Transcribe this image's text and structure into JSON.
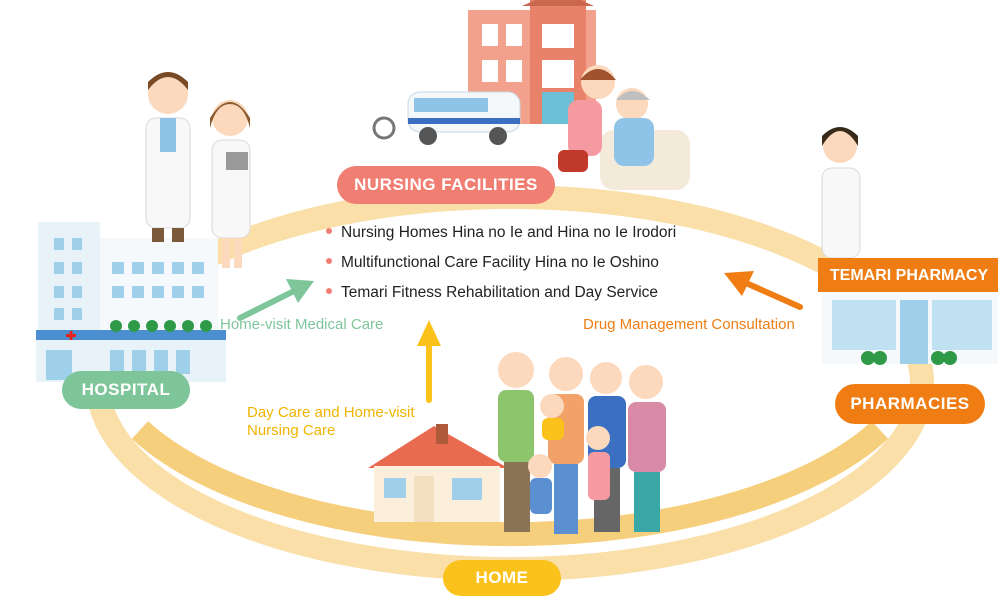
{
  "colors": {
    "ring": "#fadfa8",
    "ring_bottom": "#f6cf7c",
    "nursing": "#f17e73",
    "hospital": "#7fc59a",
    "pharmacies": "#ef7d14",
    "home": "#fcc21c",
    "medical_text": "#7fc59a",
    "drug_text": "#ef7d14",
    "daycare_text": "#f0b400",
    "bullet": "#f17e73",
    "sign": "#ef7d14"
  },
  "nodes": {
    "nursing": "NURSING FACILITIES",
    "hospital": "HOSPITAL",
    "pharmacies": "PHARMACIES",
    "home": "HOME"
  },
  "facilities": [
    "Nursing Homes Hina no Ie and Hina no Ie Irodori",
    "Multifunctional Care Facility Hina no Ie Oshino",
    "Temari Fitness Rehabilitation and Day Service"
  ],
  "links": {
    "medical": "Home-visit  Medical Care",
    "drug": "Drug Management  Consultation",
    "daycare_line1": "Day Care and Home-visit",
    "daycare_line2": "Nursing Care"
  },
  "pharmacy_sign": "TEMARI PHARMACY",
  "icons": {
    "hospital": "hospital-building-icon",
    "doctors": "doctors-icon",
    "pharmacist": "pharmacist-icon",
    "pharmacy": "pharmacy-store-icon",
    "facility": "nursing-facility-building-icon",
    "bus": "care-bus-icon",
    "caregiver": "caregiver-with-elder-icon",
    "house": "house-icon",
    "family": "family-icon"
  }
}
